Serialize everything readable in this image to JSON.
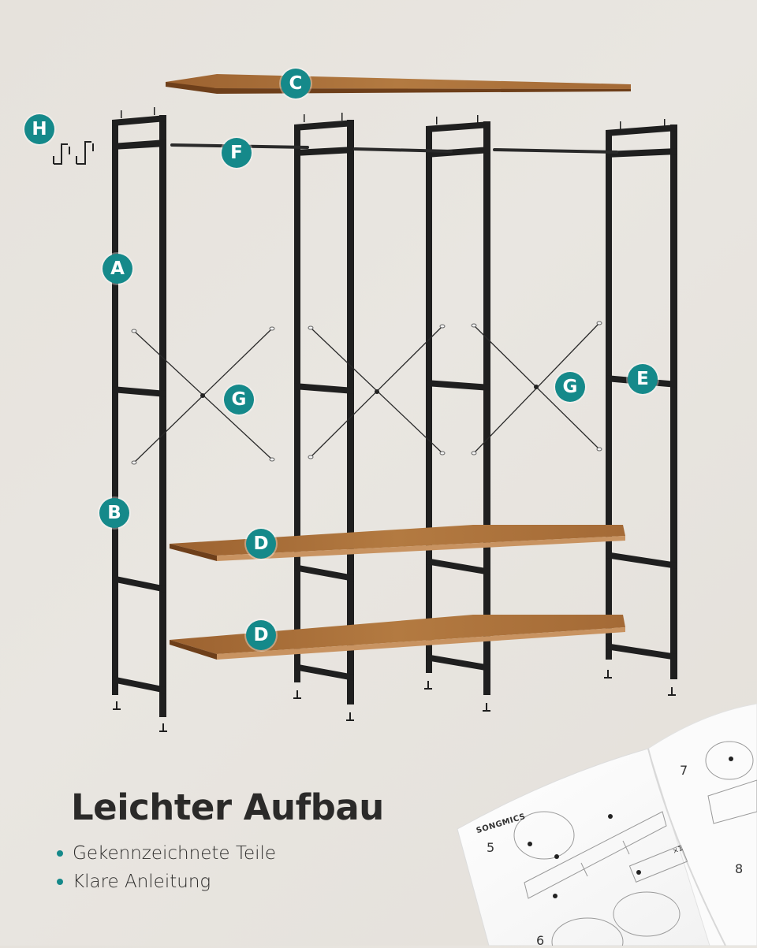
{
  "colors": {
    "accent": "#15898a",
    "background": "#e7e3dd",
    "frame": "#1f1f1f",
    "wood": "#a66a32",
    "headline": "#2b2a29"
  },
  "parts": [
    {
      "id": "A",
      "label": "A",
      "name": "side-frame-upper"
    },
    {
      "id": "B",
      "label": "B",
      "name": "side-frame-lower"
    },
    {
      "id": "C",
      "label": "C",
      "name": "top-shelf"
    },
    {
      "id": "D1",
      "label": "D",
      "name": "middle-shelf"
    },
    {
      "id": "D2",
      "label": "D",
      "name": "bottom-shelf"
    },
    {
      "id": "E",
      "label": "E",
      "name": "crossbar"
    },
    {
      "id": "F",
      "label": "F",
      "name": "hanging-rod"
    },
    {
      "id": "G1",
      "label": "G",
      "name": "cross-brace"
    },
    {
      "id": "G2",
      "label": "G",
      "name": "cross-brace"
    },
    {
      "id": "H",
      "label": "H",
      "name": "hooks"
    }
  ],
  "headline": "Leichter Aufbau",
  "bullets": [
    {
      "text": "Gekennzeichnete Teile"
    },
    {
      "text": "Klare Anleitung"
    }
  ],
  "manual": {
    "brand": "SONGMICS",
    "steps": [
      "5",
      "6",
      "7",
      "8"
    ],
    "quantity_label": "×1"
  }
}
